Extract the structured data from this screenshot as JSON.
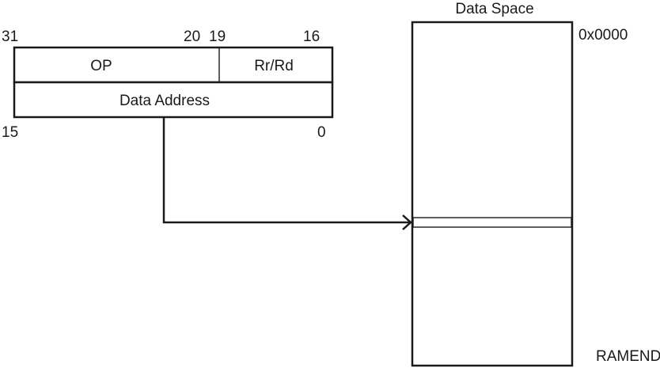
{
  "instruction": {
    "top_word": {
      "bit_high": "31",
      "bit_op_low": "20",
      "bit_reg_high": "19",
      "bit_low": "16",
      "op_field": "OP",
      "reg_field": "Rr/Rd"
    },
    "bottom_word": {
      "address_field": "Data Address",
      "bit_high": "15",
      "bit_low": "0"
    }
  },
  "data_space": {
    "title": "Data Space",
    "start_address": "0x0000",
    "end_address": "RAMEND"
  }
}
